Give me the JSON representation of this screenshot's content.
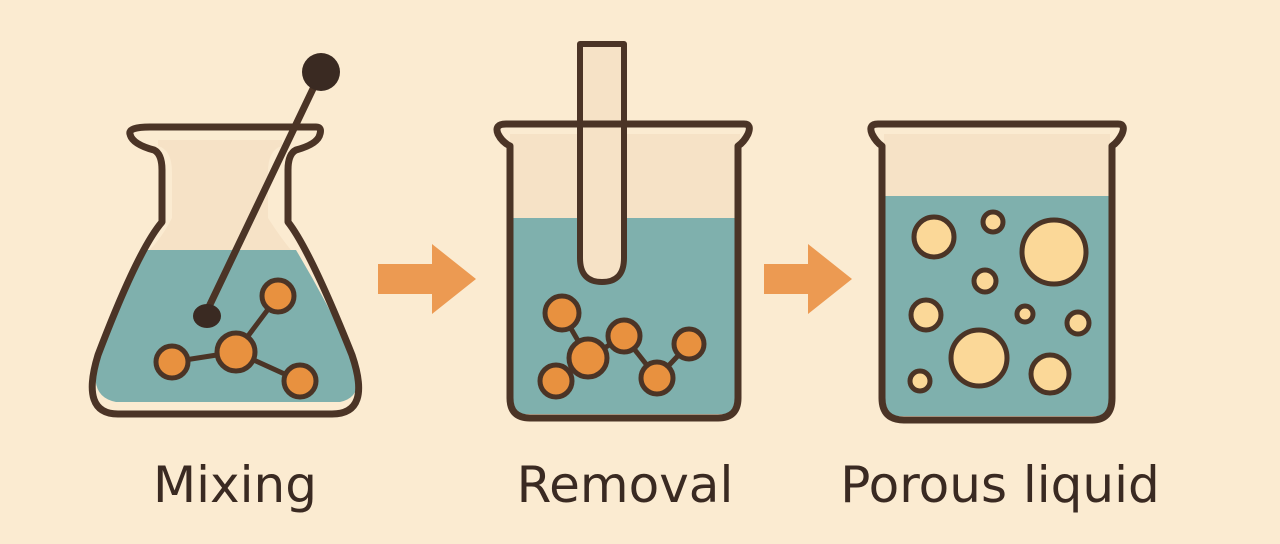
{
  "colors": {
    "background": "#fbebd1",
    "outline": "#4b3426",
    "liquid": "#7fb0ad",
    "particle": "#e8913f",
    "pore": "#fbd898",
    "arrow": "#ec9a52",
    "glass_upper": "#f6e2c6"
  },
  "steps": [
    {
      "label": "Mixing",
      "vessel": "erlenmeyer-flask",
      "tool": "stirring-rod"
    },
    {
      "label": "Removal",
      "vessel": "beaker",
      "tool": "test-tube"
    },
    {
      "label": "Porous liquid",
      "vessel": "beaker",
      "tool": ""
    }
  ],
  "arrows": [
    "right-arrow",
    "right-arrow"
  ]
}
